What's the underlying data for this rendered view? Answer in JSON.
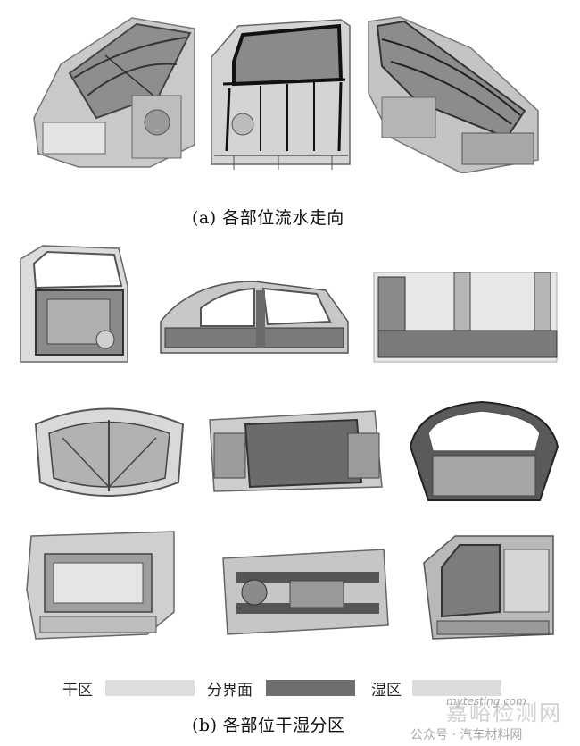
{
  "caption_a": "(a)  各部位流水走向",
  "caption_b": "(b)  各部位干湿分区",
  "legend": [
    {
      "label": "干区",
      "color": "#dedede"
    },
    {
      "label": "分界面",
      "color": "#6e6e6e"
    },
    {
      "label": "湿区",
      "color": "#dcdcdc"
    }
  ],
  "watermark": {
    "text": "公众号 · 汽车材料网",
    "site": "mytesting.com",
    "brand": "嘉峪检测网"
  }
}
